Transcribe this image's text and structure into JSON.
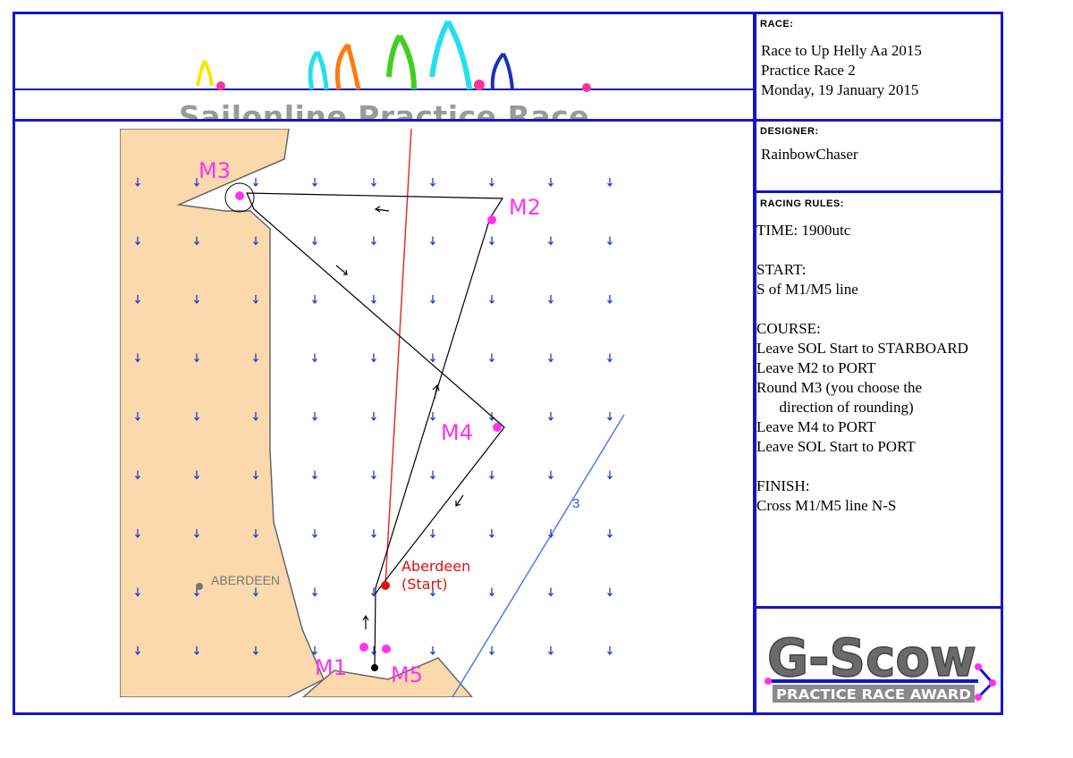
{
  "header": {
    "title": "Sailonline Practice Race"
  },
  "race": {
    "label": "RACE:",
    "lines": [
      "Race to Up Helly Aa 2015",
      "Practice Race 2",
      "Monday, 19 January 2015"
    ]
  },
  "designer": {
    "label": "DESIGNER:",
    "name": "RainbowChaser"
  },
  "rules": {
    "label": "RACING RULES:",
    "time": "TIME: 1900utc",
    "start_heading": "START:",
    "start_text": "S of M1/M5 line",
    "course_heading": "COURSE:",
    "course_lines": [
      "Leave SOL Start to STARBOARD",
      "Leave M2 to PORT",
      "Round M3 (you choose the",
      "      direction of rounding)",
      "Leave M4 to PORT",
      "Leave SOL Start to PORT"
    ],
    "finish_heading": "FINISH:",
    "finish_text": "Cross M1/M5 line N-S"
  },
  "map": {
    "marks": {
      "m1": "M1",
      "m2": "M2",
      "m3": "M3",
      "m4": "M4",
      "m5": "M5"
    },
    "start_label_line1": "Aberdeen",
    "start_label_line2": "(Start)",
    "city_label": "ABERDEEN",
    "contour_label": "3",
    "colors": {
      "land": "#fbd9ad",
      "mark": "#ff33ee",
      "start": "#e01010",
      "wind_arrow": "#1b3fd0",
      "contour": "#4a7de8",
      "route": "#000000"
    }
  },
  "award": {
    "title": "G-Scow",
    "subtitle": "PRACTICE RACE AWARD"
  },
  "colors": {
    "frame": "#1515c8",
    "header_title": "#9a9a9a"
  }
}
